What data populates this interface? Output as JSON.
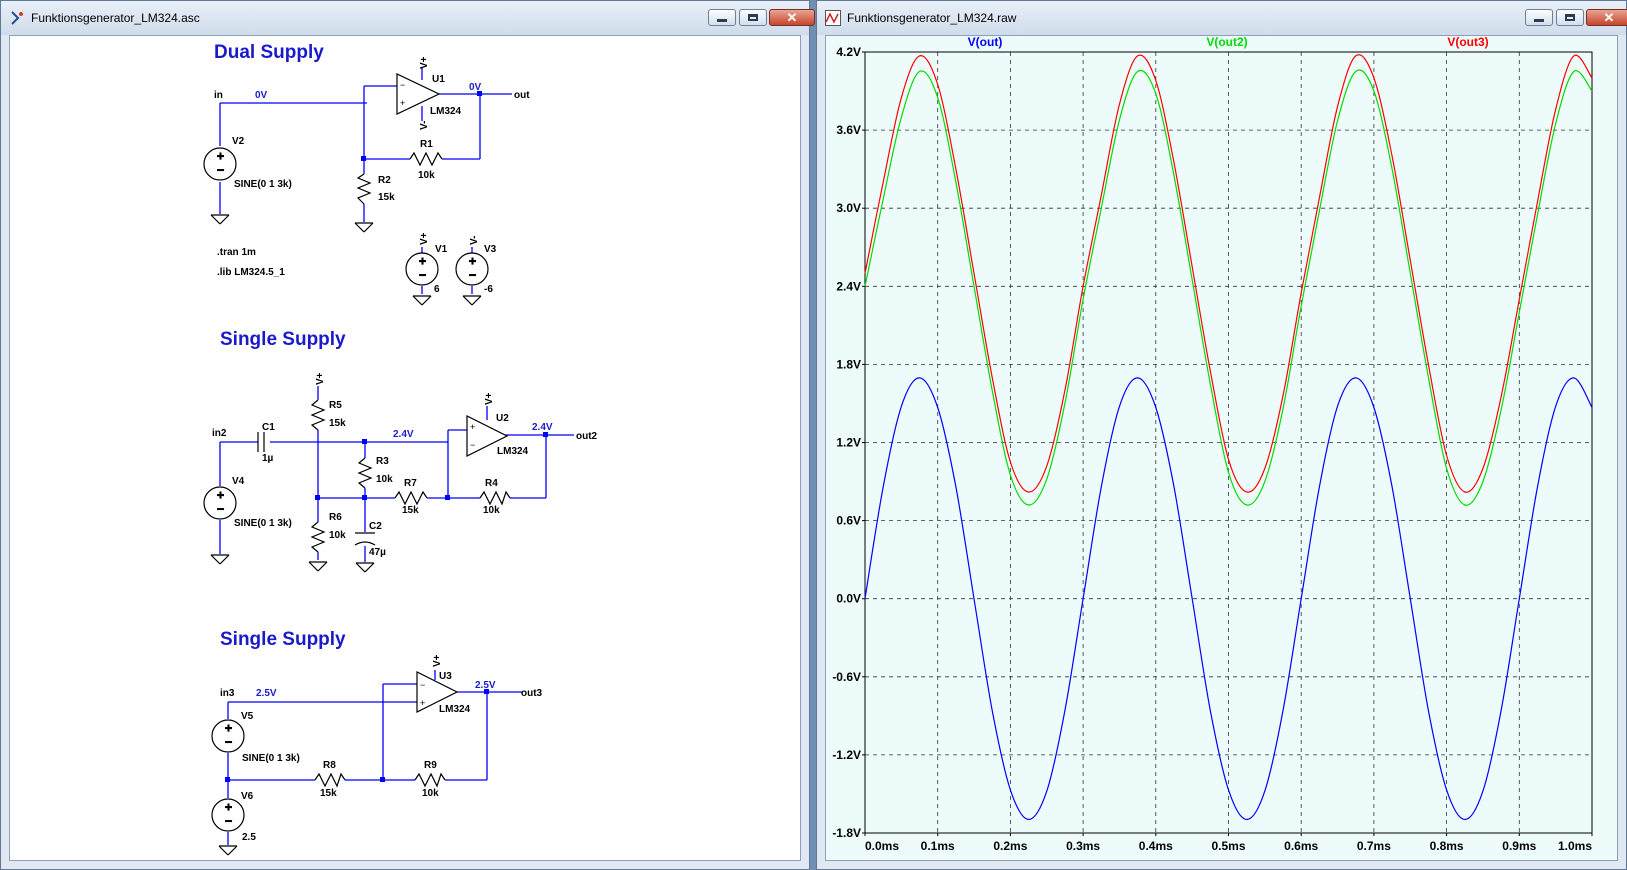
{
  "schematic_window": {
    "title": "Funktionsgenerator_LM324.asc",
    "headings": {
      "dual": "Dual Supply",
      "single1": "Single Supply",
      "single2": "Single Supply"
    },
    "c1": {
      "net_in": "in",
      "net_out": "out",
      "in_voltage": "0V",
      "out_voltage": "0V",
      "opamp_ref": "U1",
      "opamp_model": "LM324",
      "vplus": "V+",
      "vminus": "V-",
      "r1_ref": "R1",
      "r1_val": "10k",
      "r2_ref": "R2",
      "r2_val": "15k",
      "source_ref": "V2",
      "source_spec": "SINE(0 1 3k)",
      "directive_tran": ".tran 1m",
      "directive_lib": ".lib LM324.5_1",
      "v1_ref": "V1",
      "v1_node": "V+",
      "v1_val": "6",
      "v3_ref": "V3",
      "v3_node": "V-",
      "v3_val": "-6"
    },
    "c2": {
      "net_in": "in2",
      "net_out": "out2",
      "bias_voltage": "2.4V",
      "out_voltage": "2.4V",
      "vplus": "V+",
      "opamp_ref": "U2",
      "opamp_model": "LM324",
      "c1_ref": "C1",
      "c1_val": "1µ",
      "r5_ref": "R5",
      "r5_val": "15k",
      "r3_ref": "R3",
      "r3_val": "10k",
      "r7_ref": "R7",
      "r7_val": "15k",
      "r4_ref": "R4",
      "r4_val": "10k",
      "r6_ref": "R6",
      "r6_val": "10k",
      "c2_ref": "C2",
      "c2_val": "47µ",
      "source_ref": "V4",
      "source_spec": "SINE(0 1 3k)"
    },
    "c3": {
      "net_in": "in3",
      "net_out": "out3",
      "in_voltage": "2.5V",
      "out_voltage": "2.5V",
      "vplus": "V+",
      "opamp_ref": "U3",
      "opamp_model": "LM324",
      "source_ref": "V5",
      "source_spec": "SINE(0 1 3k)",
      "r8_ref": "R8",
      "r8_val": "15k",
      "r9_ref": "R9",
      "r9_val": "10k",
      "v6_ref": "V6",
      "v6_val": "2.5"
    }
  },
  "waveform_window": {
    "title": "Funktionsgenerator_LM324.raw"
  },
  "colors": {
    "wire": "#0000ff",
    "label_blue": "#0000cc",
    "component": "#000000",
    "trace_out": "#0000ff",
    "trace_out2": "#00dd00",
    "trace_out3": "#ff0000"
  },
  "chart_data": {
    "type": "line",
    "x": [
      0,
      0.025,
      0.05,
      0.075,
      0.1,
      0.125,
      0.15,
      0.175,
      0.2,
      0.225,
      0.25,
      0.275,
      0.3,
      0.325,
      0.35,
      0.375,
      0.4,
      0.425,
      0.45,
      0.475,
      0.5,
      0.525,
      0.55,
      0.575,
      0.6,
      0.625,
      0.65,
      0.675,
      0.7,
      0.725,
      0.75,
      0.775,
      0.8,
      0.825,
      0.85,
      0.875,
      0.9,
      0.925,
      0.95,
      0.975,
      1.0
    ],
    "series": [
      {
        "name": "V(out)",
        "color": "#0000ff",
        "values": [
          0,
          0.859,
          1.478,
          1.696,
          1.469,
          0.859,
          0,
          -0.859,
          -1.469,
          -1.696,
          -1.478,
          -0.859,
          0,
          0.859,
          1.478,
          1.696,
          1.469,
          0.859,
          0,
          -0.859,
          -1.469,
          -1.696,
          -1.478,
          -0.859,
          0,
          0.859,
          1.478,
          1.696,
          1.469,
          0.859,
          0,
          -0.859,
          -1.469,
          -1.696,
          -1.478,
          -0.859,
          0,
          0.859,
          1.478,
          1.696,
          1.469
        ]
      },
      {
        "name": "V(out2)",
        "color": "#00dd00",
        "values": [
          2.4,
          3.07,
          3.7,
          4.05,
          3.85,
          3.2,
          2.4,
          1.6,
          0.95,
          0.72,
          0.92,
          1.5,
          2.3,
          3.0,
          3.68,
          4.05,
          3.88,
          3.25,
          2.45,
          1.65,
          0.97,
          0.72,
          0.9,
          1.46,
          2.25,
          2.98,
          3.67,
          4.05,
          3.9,
          3.3,
          2.5,
          1.7,
          1.0,
          0.72,
          0.9,
          1.45,
          2.2,
          2.95,
          3.65,
          4.05,
          3.9
        ]
      },
      {
        "name": "V(out3)",
        "color": "#ff0000",
        "values": [
          2.5,
          3.2,
          3.85,
          4.17,
          3.95,
          3.3,
          2.5,
          1.7,
          1.05,
          0.82,
          1.02,
          1.6,
          2.4,
          3.1,
          3.8,
          4.17,
          3.98,
          3.35,
          2.55,
          1.75,
          1.07,
          0.82,
          1.0,
          1.56,
          2.35,
          3.08,
          3.78,
          4.17,
          4.0,
          3.4,
          2.6,
          1.8,
          1.1,
          0.82,
          1.0,
          1.55,
          2.3,
          3.05,
          3.76,
          4.17,
          4.0
        ]
      }
    ],
    "x_ticks": [
      "0.0ms",
      "0.1ms",
      "0.2ms",
      "0.3ms",
      "0.4ms",
      "0.5ms",
      "0.6ms",
      "0.7ms",
      "0.8ms",
      "0.9ms",
      "1.0ms"
    ],
    "y_ticks": [
      "4.2V",
      "3.6V",
      "3.0V",
      "2.4V",
      "1.8V",
      "1.2V",
      "0.6V",
      "0.0V",
      "-0.6V",
      "-1.2V",
      "-1.8V"
    ],
    "xlim": [
      0,
      1.0
    ],
    "ylim": [
      -1.8,
      4.2
    ],
    "grid": true,
    "legend_placement": "top"
  }
}
